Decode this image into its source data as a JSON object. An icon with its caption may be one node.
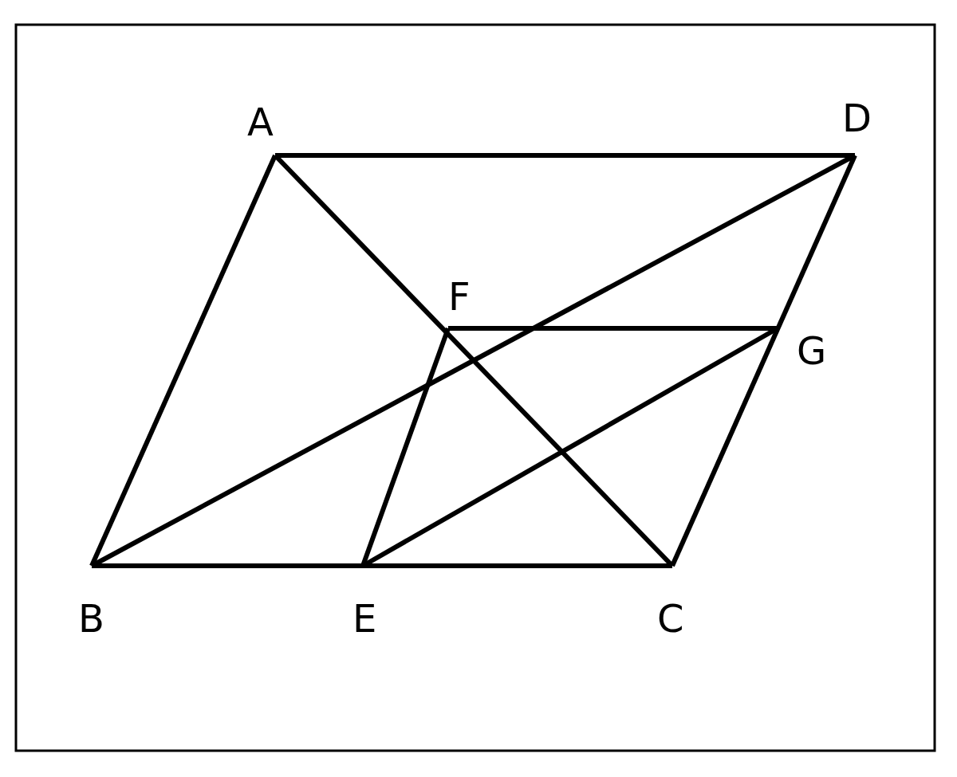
{
  "diagram": {
    "nodes": [
      {
        "text": [
          "A"
        ]
      },
      {
        "text": [
          "D"
        ]
      },
      {
        "text": [
          "F"
        ]
      },
      {
        "text": [
          "G"
        ]
      },
      {
        "text": [
          "B"
        ]
      },
      {
        "text": [
          "E"
        ]
      },
      {
        "text": [
          "C"
        ]
      }
    ],
    "edges": [
      {
        "from": 0,
        "to": 1,
        "arrow": "none"
      },
      {
        "from": 0,
        "to": 4,
        "arrow": "none"
      },
      {
        "from": 0,
        "to": 6,
        "arrow": "none"
      },
      {
        "from": 4,
        "to": 1,
        "arrow": "none"
      },
      {
        "from": 1,
        "to": 6,
        "arrow": "none"
      },
      {
        "from": 4,
        "to": 6,
        "arrow": "none"
      },
      {
        "from": 2,
        "to": 3,
        "arrow": "none"
      },
      {
        "from": 2,
        "to": 5,
        "arrow": "none"
      },
      {
        "from": 5,
        "to": 3,
        "arrow": "none"
      }
    ]
  }
}
